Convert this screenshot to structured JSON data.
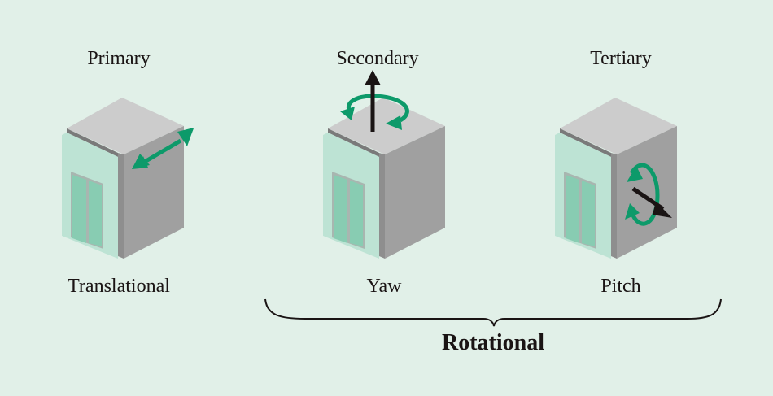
{
  "diagram": {
    "columns": [
      {
        "title": "Primary",
        "caption": "Translational",
        "motion": "translational"
      },
      {
        "title": "Secondary",
        "caption": "Yaw",
        "motion": "yaw"
      },
      {
        "title": "Tertiary",
        "caption": "Pitch",
        "motion": "pitch"
      }
    ],
    "group_label": "Rotational",
    "colors": {
      "background": "#e1f0e8",
      "top_face": "#cccccc",
      "side_face": "#a0a0a0",
      "front_panel": "#bde3d4",
      "door": "#88ccb2",
      "arrow_green": "#0d9a6a",
      "arrow_black": "#1a1414"
    }
  }
}
